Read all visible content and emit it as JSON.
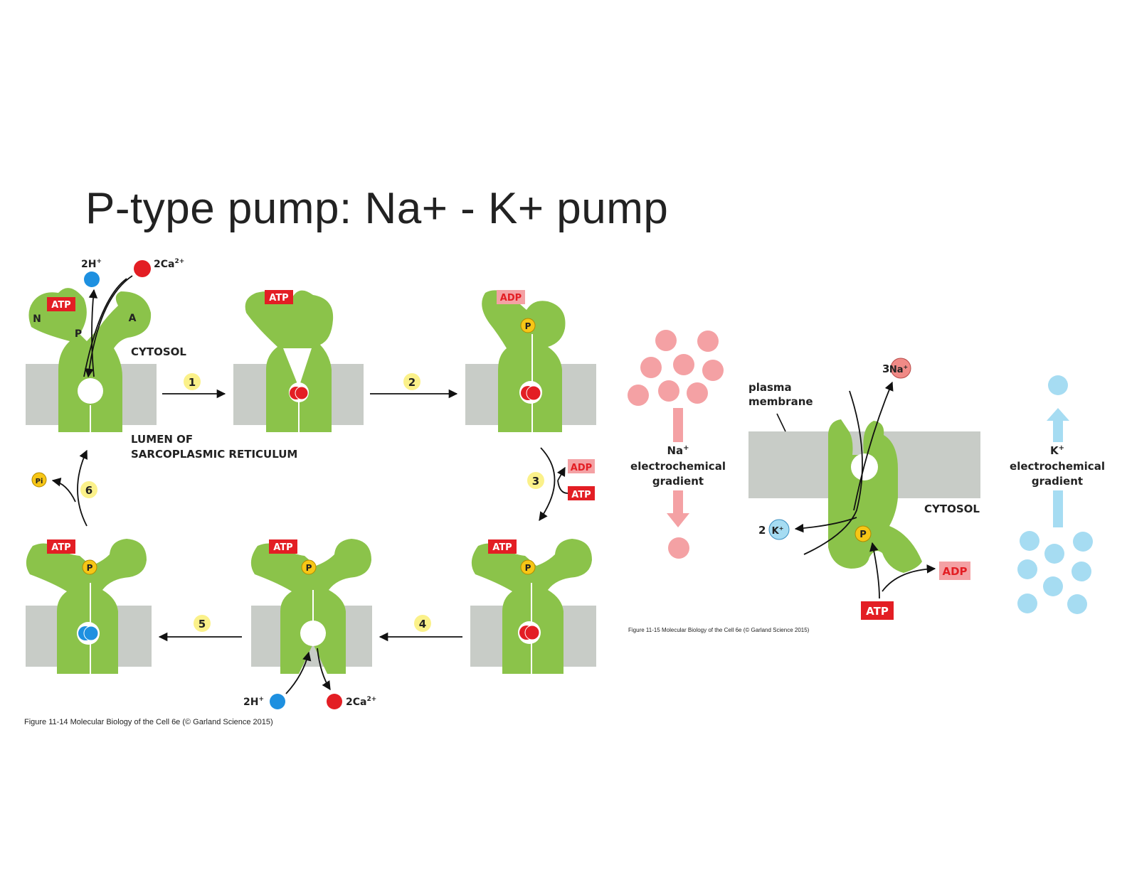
{
  "slide_title": "P-type pump: Na+ - K+ pump",
  "colors": {
    "protein_green": "#8bc34a",
    "membrane_grey": "#c8ccc7",
    "atp_red": "#e31e24",
    "adp_pink": "#f4a1a4",
    "calcium_red": "#e31e24",
    "proton_blue": "#1e90e0",
    "sodium_pink": "#f4a1a4",
    "potassium_blue": "#a6dcf2",
    "phosphate_yellow": "#f7c616",
    "step_yellow": "#fbf18a"
  },
  "fig1114": {
    "ion_h": "2H",
    "ion_h_sup": "+",
    "ion_ca": "2Ca",
    "ion_ca_sup": "2+",
    "domain_n": "N",
    "domain_p": "P",
    "domain_a": "A",
    "cytosol": "CYTOSOL",
    "lumen_line1": "LUMEN OF",
    "lumen_line2": "SARCOPLASMIC RETICULUM",
    "atp": "ATP",
    "adp": "ADP",
    "phosphate": "P",
    "pi": "Pi",
    "steps": [
      "1",
      "2",
      "3",
      "4",
      "5",
      "6"
    ],
    "caption": "Figure 11-14 Molecular Biology of the Cell 6e (© Garland Science 2015)"
  },
  "fig1115": {
    "na_label": "Na",
    "na_sup": "+",
    "na_line2": "electrochemical",
    "na_line3": "gradient",
    "k_label": "K",
    "k_sup": "+",
    "k_line2": "electrochemical",
    "k_line3": "gradient",
    "membrane_line1": "plasma",
    "membrane_line2": "membrane",
    "cytosol": "CYTOSOL",
    "na_count": "3",
    "na_ion": "Na",
    "na_ion_sup": "+",
    "k_count": "2",
    "k_ion": "K",
    "k_ion_sup": "+",
    "phosphate": "P",
    "atp": "ATP",
    "adp": "ADP",
    "caption": "Figure 11-15 Molecular Biology of the Cell 6e (© Garland Science 2015)"
  }
}
